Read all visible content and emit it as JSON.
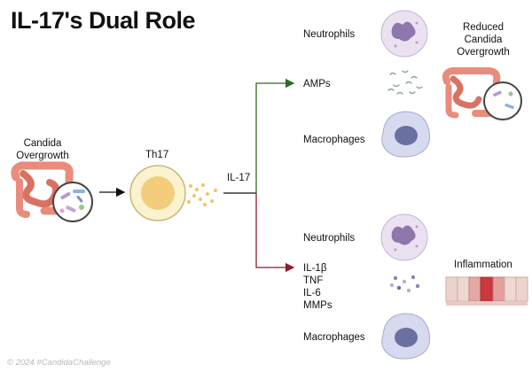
{
  "title": "IL-17's Dual Role",
  "source_label": "Candida Overgrowth",
  "th17_label": "Th17",
  "il17_label": "IL-17",
  "top_branch": {
    "neutrophils": "Neutrophils",
    "amps": "AMPs",
    "macrophages": "Macrophages",
    "outcome": "Reduced Candida Overgrowth",
    "arrow_color": "#2e6b1f"
  },
  "bottom_branch": {
    "neutrophils": "Neutrophils",
    "cytokines": [
      "IL-1β",
      "TNF",
      "IL-6",
      "MMPs"
    ],
    "macrophages": "Macrophages",
    "outcome": "Inflammation",
    "arrow_color": "#8e1c2a"
  },
  "footer": "© 2024 #CandidaChallenge",
  "colors": {
    "neutrophil_fill": "#ece1f1",
    "neutrophil_nucleus": "#8e77ad",
    "macrophage_fill": "#d7d9ee",
    "macrophage_nucleus": "#6b70a3",
    "th17_outer": "#fbf3cf",
    "th17_inner": "#f0c66c",
    "intestine": "#e98c7c"
  }
}
